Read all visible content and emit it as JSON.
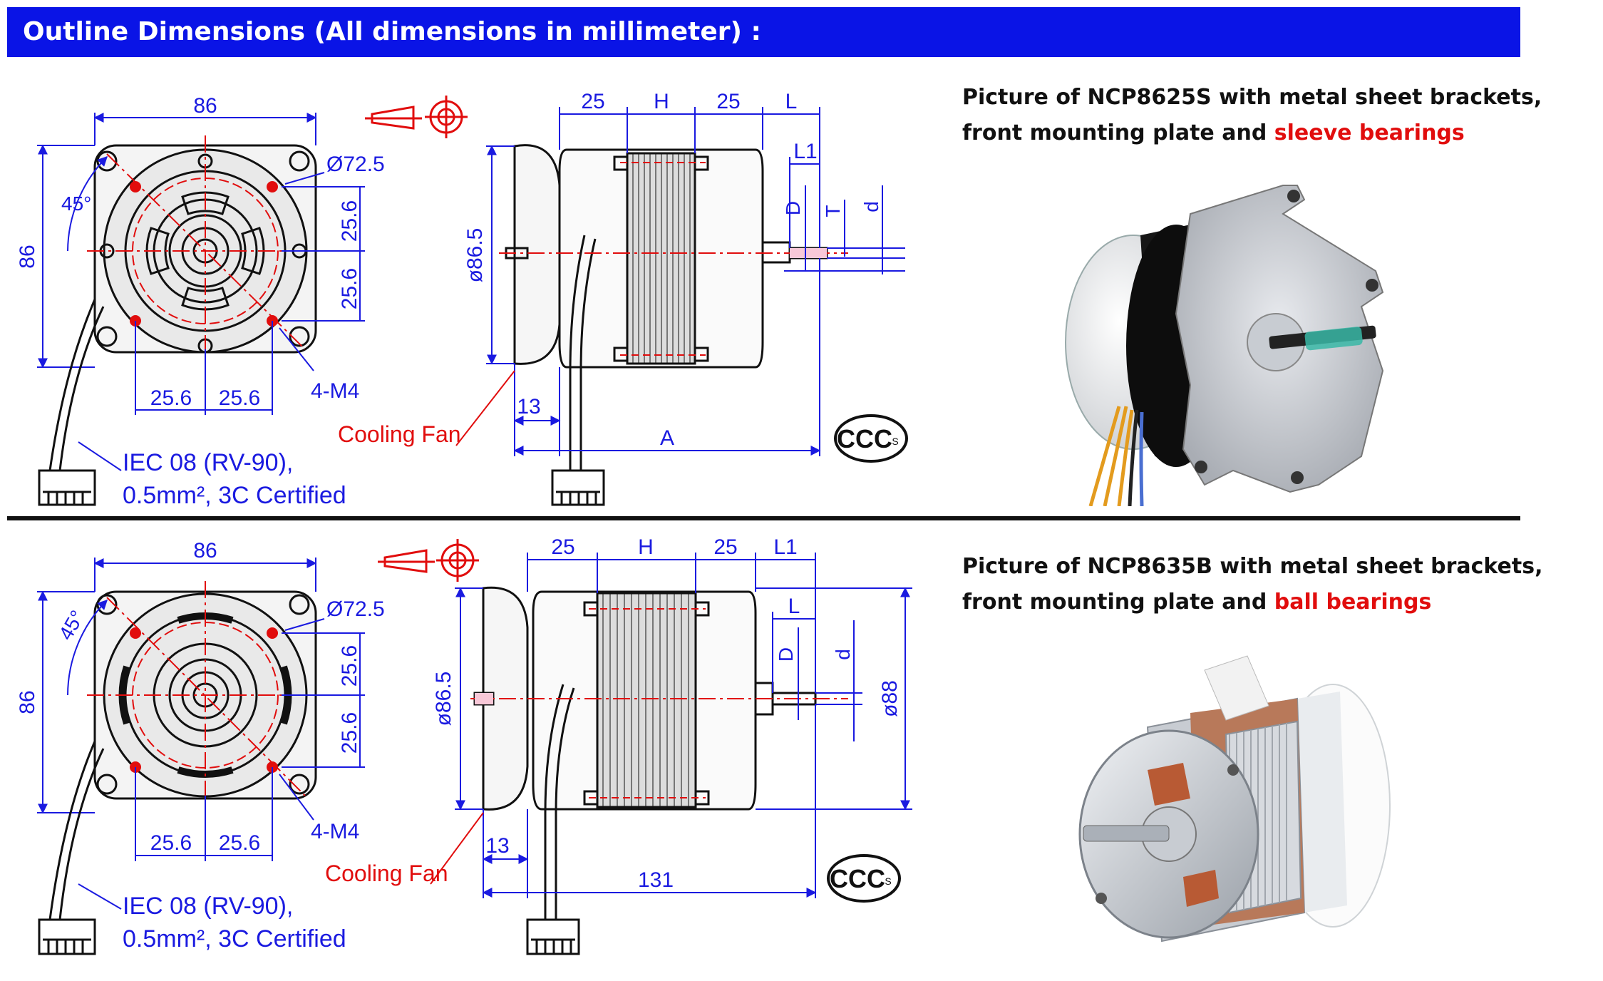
{
  "header": {
    "title": "Outline Dimensions (All dimensions in millimeter) :"
  },
  "colors": {
    "header_bg": "#0a14e6",
    "dimension_blue": "#1a1ae0",
    "centerline_red": "#e10d0d",
    "highlight_red": "#e10d0d"
  },
  "top": {
    "dims": {
      "width": "86",
      "height": "86",
      "diameter": "Ø72.5",
      "angle": "45°",
      "v_upper": "25.6",
      "v_lower": "25.6",
      "h_left": "25.6",
      "h_right": "25.6",
      "screws": "4-M4",
      "side_diameter": "ø86.5",
      "top_a": "25",
      "top_b": "H",
      "top_c": "25",
      "top_d": "L",
      "top_e": "L1",
      "shaft_d": "D",
      "shaft_t": "T",
      "shaft_small_d": "d",
      "fan_gap": "13",
      "overall": "A"
    },
    "cooling_fan": "Cooling Fan",
    "cable_line1": "IEC 08 (RV-90),",
    "cable_line2": "0.5mm², 3C Certified",
    "caption_line1": "Picture of NCP8625S with metal sheet brackets,",
    "caption_line2_pre": "front mounting plate and ",
    "caption_highlight": "sleeve bearings"
  },
  "bottom": {
    "dims": {
      "width": "86",
      "height": "86",
      "diameter": "Ø72.5",
      "angle": "45°",
      "v_upper": "25.6",
      "v_lower": "25.6",
      "h_left": "25.6",
      "h_right": "25.6",
      "screws": "4-M4",
      "side_diameter": "ø86.5",
      "top_a": "25",
      "top_b": "H",
      "top_c": "25",
      "top_d": "L1",
      "shaft_l": "L",
      "shaft_d": "D",
      "shaft_small_d": "d",
      "body_d": "ø88",
      "fan_gap": "13",
      "overall": "131"
    },
    "cooling_fan": "Cooling Fan",
    "cable_line1": "IEC 08 (RV-90),",
    "cable_line2": "0.5mm², 3C Certified",
    "caption_line1": "Picture of NCP8635B with metal sheet brackets,",
    "caption_line2_pre": "front mounting plate and ",
    "caption_highlight": "ball bearings"
  },
  "cert_mark": "CCC",
  "cert_s": "S",
  "icons": [
    "first-angle-projection-icon",
    "ccc-certification-icon"
  ]
}
